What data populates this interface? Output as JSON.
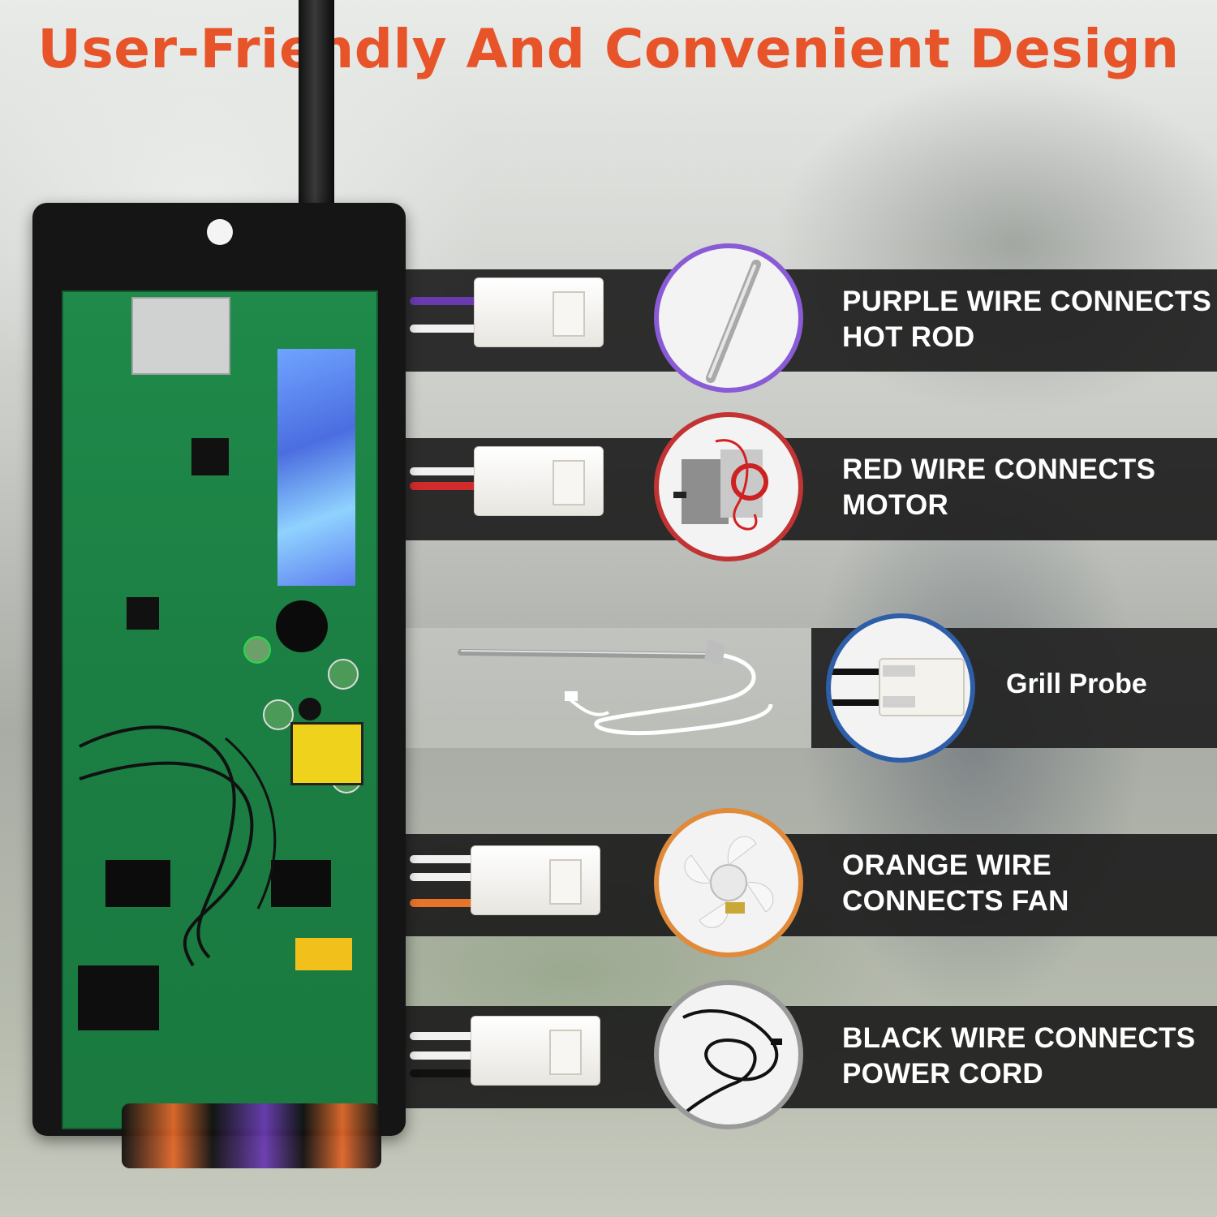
{
  "headline": "User-Friendly And Convenient Design",
  "colors": {
    "headline": "#e8542a",
    "band_dark": "#161616",
    "purple_wire": "#6a3ab0",
    "red_wire": "#d22b2b",
    "orange_wire": "#e8742a",
    "black_wire": "#111111"
  },
  "features": [
    {
      "line1": "PURPLE WIRE CONNECTS",
      "line2": "HOT ROD",
      "icon": "hot-rod-icon"
    },
    {
      "line1": "RED WIRE CONNECTS",
      "line2": "MOTOR",
      "icon": "motor-icon"
    },
    {
      "label": "Grill Probe",
      "icon": "grill-probe-icon"
    },
    {
      "line1": "ORANGE WIRE",
      "line2": "CONNECTS FAN",
      "icon": "fan-icon"
    },
    {
      "line1": "BLACK WIRE CONNECTS",
      "line2": "POWER CORD",
      "icon": "power-cord-icon"
    }
  ]
}
